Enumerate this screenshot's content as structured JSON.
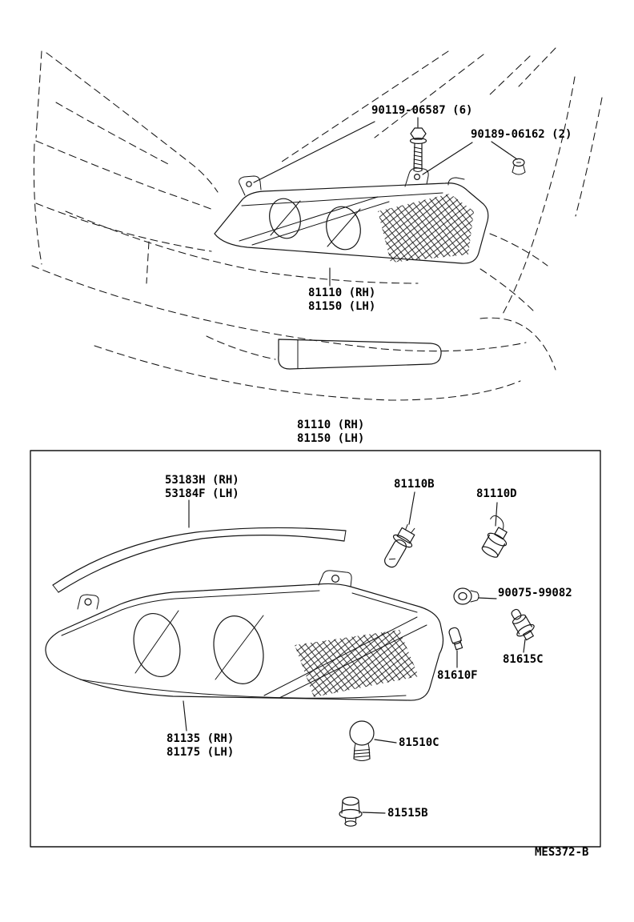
{
  "top_view": {
    "bolt_label": "90119-06587 (6)",
    "clip_label": "90189-06162 (2)",
    "assembly_label_rh": "81110 (RH)",
    "assembly_label_lh": "81150 (LH)"
  },
  "detail_view": {
    "title_rh": "81110 (RH)",
    "title_lh": "81150 (LH)",
    "parts": {
      "trim_rh": "53183H (RH)",
      "trim_lh": "53184F (LH)",
      "bulb_b": "81110B",
      "socket_d": "81110D",
      "grommet": "90075-99082",
      "socket_615": "81615C",
      "bulb_610": "81610F",
      "unit_rh": "81135 (RH)",
      "unit_lh": "81175 (LH)",
      "bulb_510": "81510C",
      "socket_515": "81515B"
    }
  },
  "figure_code": "MES372-B",
  "colors": {
    "line": "#141414",
    "background": "#ffffff"
  }
}
